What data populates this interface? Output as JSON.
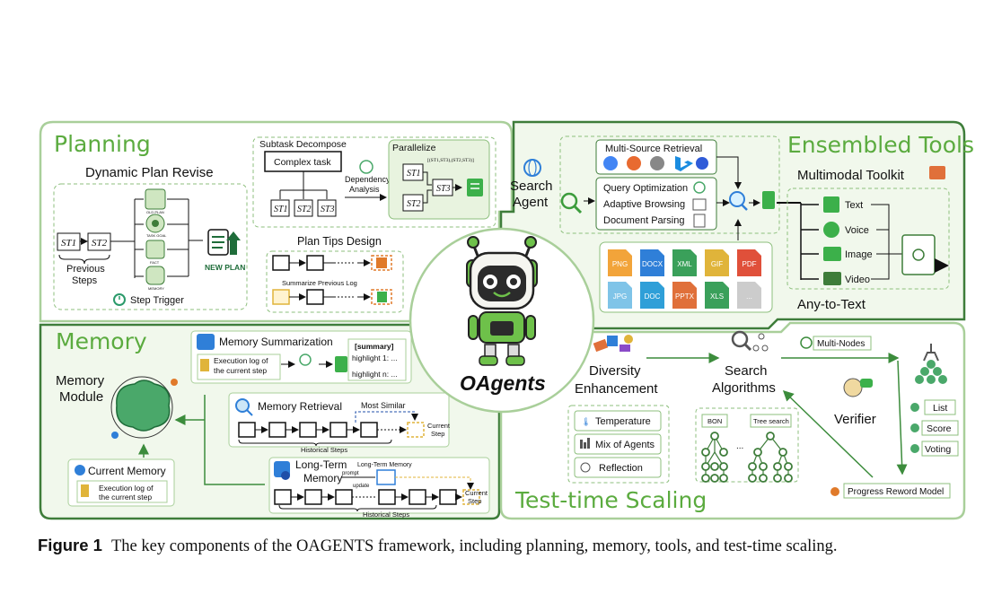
{
  "planning": {
    "title": "Planning",
    "dynamic_plan": {
      "title": "Dynamic Plan Revise",
      "st1": "ST1",
      "st2": "ST2",
      "previous_steps": [
        "Previous",
        "Steps"
      ],
      "branches": [
        "OLD PLAN",
        "TASK GOAL",
        "FACT",
        "MEMORY"
      ],
      "new_plan": "NEW PLAN",
      "step_trigger": "Step Trigger"
    },
    "subtask": {
      "title": "Subtask Decompose",
      "complex_task": "Complex task",
      "nodes": [
        "ST1",
        "ST2",
        "ST3"
      ],
      "dependency": [
        "Dependency",
        "Analysis"
      ]
    },
    "parallelize": {
      "title": "Parallelize",
      "formula": "[(ST1,ST3),(ST2,ST3)]",
      "nodes": [
        "ST1",
        "ST3",
        "ST2"
      ]
    },
    "tips": {
      "title": "Plan Tips Design",
      "summarize": "Summarize Previous Log"
    }
  },
  "tools": {
    "title": "Ensembled Tools",
    "search_agent": [
      "Search",
      "Agent"
    ],
    "multi_source": "Multi-Source Retrieval",
    "query_items": [
      "Query Optimization",
      "Adaptive Browsing",
      "Document Parsing"
    ],
    "file_types": [
      "PNG",
      "DOCX",
      "XML",
      "GIF",
      "PDF",
      "JPG",
      "DOC",
      "PPTX",
      "XLS",
      "..."
    ],
    "toolkit_title": "Multimodal Toolkit",
    "modalities": [
      "Text",
      "Voice",
      "Image",
      "Video"
    ],
    "any_to_text": "Any-to-Text"
  },
  "memory": {
    "title": "Memory",
    "module": [
      "Memory",
      "Module"
    ],
    "summarization": {
      "title": "Memory Summarization",
      "log": [
        "Execution log of",
        "the current step"
      ],
      "summary": [
        "[summary]",
        "highlight 1: ...",
        "...",
        "highlight n: ..."
      ]
    },
    "retrieval": {
      "title": "Memory Retrieval",
      "most_similar": "Most Similar",
      "current_step": [
        "Current",
        "Step"
      ],
      "historical": "Historical Steps"
    },
    "long_term": {
      "title": [
        "Long-Term",
        "Memory"
      ],
      "box": "Long-Term Memory",
      "prompt": "prompt",
      "update": "update",
      "current_step": [
        "Current",
        "Step"
      ],
      "historical": "Historical Steps"
    },
    "current": {
      "title": "Current Memory",
      "log": [
        "Execution log of",
        "the current step"
      ]
    }
  },
  "center": {
    "name": "OAgents"
  },
  "scaling": {
    "title": "Test-time Scaling",
    "diversity": [
      "Diversity",
      "Enhancement"
    ],
    "diversity_items": [
      "Temperature",
      "Mix of Agents",
      "Reflection"
    ],
    "search": [
      "Search",
      "Algorithms"
    ],
    "algo_labels": [
      "BON",
      "Tree search"
    ],
    "multi_nodes": "Multi-Nodes",
    "verifier": "Verifier",
    "verifier_items": [
      "List",
      "Score",
      "Voting"
    ],
    "prm": "Progress Reword Model"
  },
  "caption": {
    "label": "Figure 1",
    "text": "The key components of the OAGENTS framework, including planning, memory, tools, and test-time scaling."
  },
  "colors": {
    "green": "#5bab3f",
    "panel_border": "#a9cf9a",
    "dark_green": "#1f6d3a",
    "orange": "#e07a2a",
    "blue": "#2f7fd8"
  }
}
